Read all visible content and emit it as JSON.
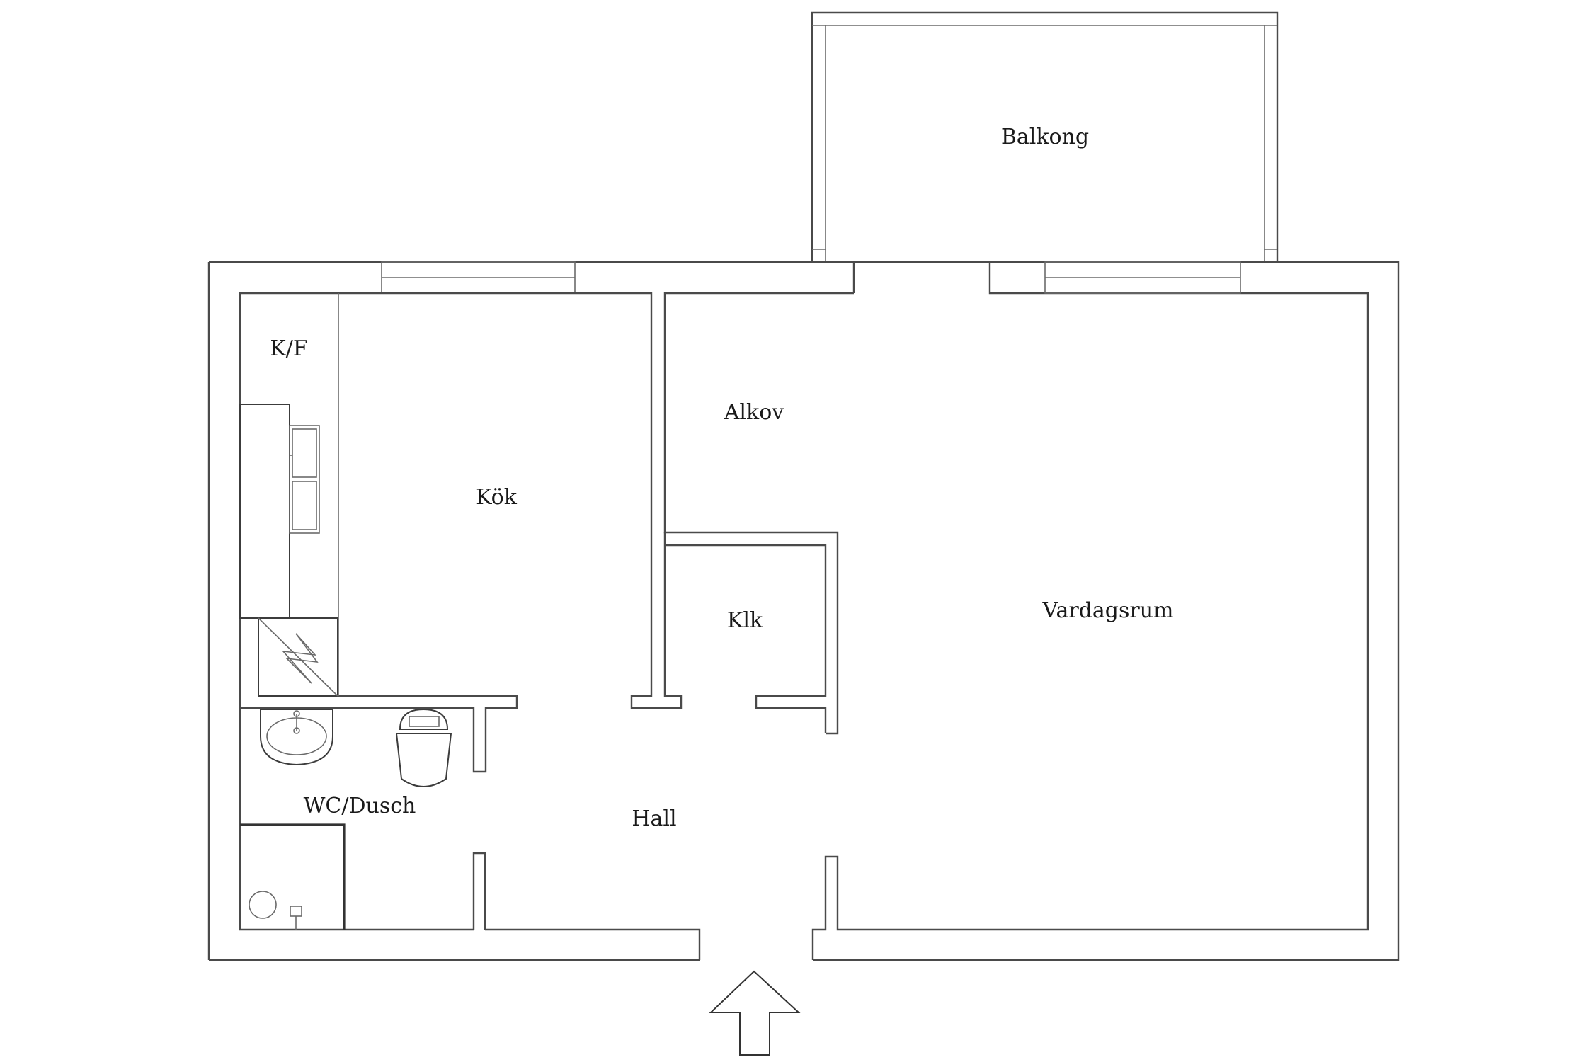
{
  "rooms": {
    "balkong": "Balkong",
    "kf": "K/F",
    "alkov": "Alkov",
    "kok": "Kök",
    "klk": "Klk",
    "vardagsrum": "Vardagsrum",
    "wc_dusch": "WC/Dusch",
    "hall": "Hall"
  },
  "colors": {
    "walls": "#4a4a4a",
    "background": "#ffffff",
    "labels": "#1a1a1a"
  },
  "icons": {
    "entrance": "entrance-arrow-icon",
    "sink": "kitchen-sink-icon",
    "stove": "stove-icon",
    "washbasin": "washbasin-icon",
    "toilet": "toilet-icon",
    "shower": "shower-icon"
  }
}
